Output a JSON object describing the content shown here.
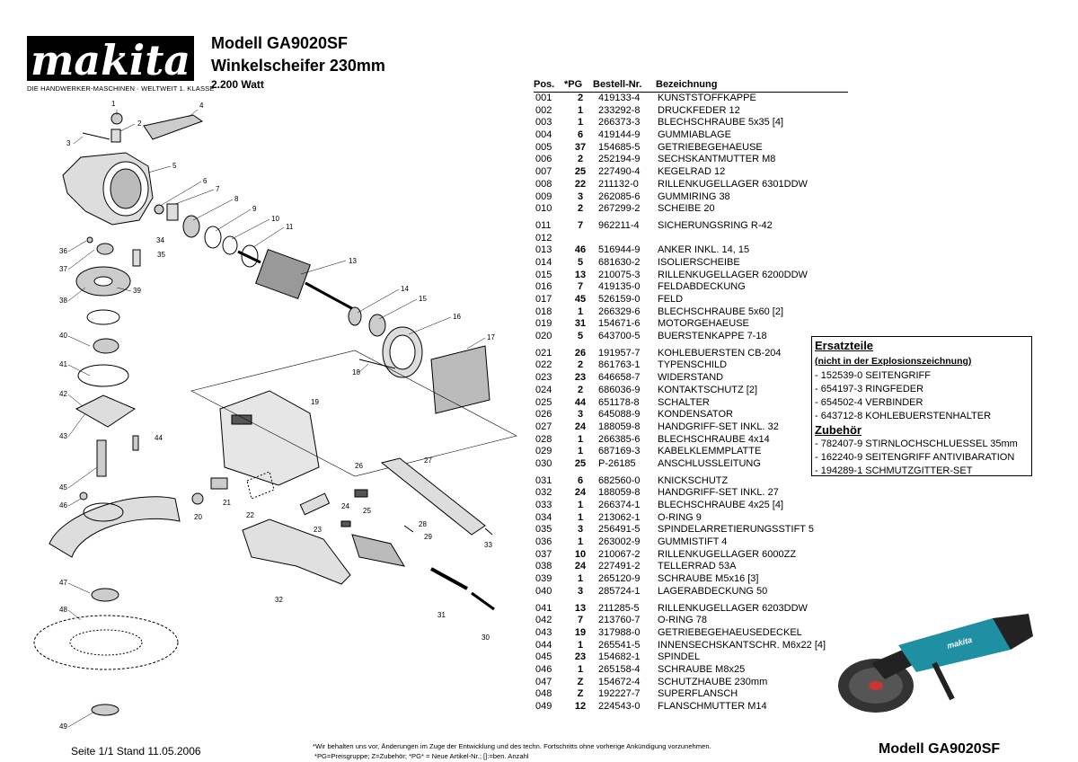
{
  "header": {
    "brand": "makita",
    "tagline": "DIE HANDWERKER-MASCHINEN · WELTWEIT 1. KLASSE",
    "title_line1": "Modell GA9020SF",
    "title_line2": "Winkelscheifer 230mm",
    "title_line3": "2.200 Watt"
  },
  "table": {
    "headers": {
      "pos": "Pos.",
      "pg": "*PG",
      "order": "Bestell-Nr.",
      "desc": "Bezeichnung"
    },
    "groups": [
      [
        {
          "pos": "001",
          "pg": "2",
          "order": "419133-4",
          "desc": "KUNSTSTOFFKAPPE"
        },
        {
          "pos": "002",
          "pg": "1",
          "order": "233292-8",
          "desc": "DRUCKFEDER 12"
        },
        {
          "pos": "003",
          "pg": "1",
          "order": "266373-3",
          "desc": "BLECHSCHRAUBE 5x35  [4]"
        },
        {
          "pos": "004",
          "pg": "6",
          "order": "419144-9",
          "desc": "GUMMIABLAGE"
        },
        {
          "pos": "005",
          "pg": "37",
          "order": "154685-5",
          "desc": "GETRIEBEGEHAEUSE"
        },
        {
          "pos": "006",
          "pg": "2",
          "order": "252194-9",
          "desc": "SECHSKANTMUTTER M8"
        },
        {
          "pos": "007",
          "pg": "25",
          "order": "227490-4",
          "desc": "KEGELRAD 12"
        },
        {
          "pos": "008",
          "pg": "22",
          "order": "211132-0",
          "desc": "RILLENKUGELLAGER 6301DDW"
        },
        {
          "pos": "009",
          "pg": "3",
          "order": "262085-6",
          "desc": "GUMMIRING 38"
        },
        {
          "pos": "010",
          "pg": "2",
          "order": "267299-2",
          "desc": "SCHEIBE 20"
        }
      ],
      [
        {
          "pos": "011",
          "pg": "7",
          "order": "962211-4",
          "desc": "SICHERUNGSRING R-42"
        },
        {
          "pos": "012",
          "pg": "",
          "order": "",
          "desc": ""
        },
        {
          "pos": "013",
          "pg": "46",
          "order": "516944-9",
          "desc": "ANKER INKL. 14, 15"
        },
        {
          "pos": "014",
          "pg": "5",
          "order": "681630-2",
          "desc": "ISOLIERSCHEIBE"
        },
        {
          "pos": "015",
          "pg": "13",
          "order": "210075-3",
          "desc": "RILLENKUGELLAGER 6200DDW"
        },
        {
          "pos": "016",
          "pg": "7",
          "order": "419135-0",
          "desc": "FELDABDECKUNG"
        },
        {
          "pos": "017",
          "pg": "45",
          "order": "526159-0",
          "desc": "FELD"
        },
        {
          "pos": "018",
          "pg": "1",
          "order": "266329-6",
          "desc": "BLECHSCHRAUBE 5x60  [2]"
        },
        {
          "pos": "019",
          "pg": "31",
          "order": "154671-6",
          "desc": "MOTORGEHAEUSE"
        },
        {
          "pos": "020",
          "pg": "5",
          "order": "643700-5",
          "desc": "BUERSTENKAPPE 7-18"
        }
      ],
      [
        {
          "pos": "021",
          "pg": "26",
          "order": "191957-7",
          "desc": "KOHLEBUERSTEN CB-204"
        },
        {
          "pos": "022",
          "pg": "2",
          "order": "861763-1",
          "desc": "TYPENSCHILD"
        },
        {
          "pos": "023",
          "pg": "23",
          "order": "646658-7",
          "desc": "WIDERSTAND"
        },
        {
          "pos": "024",
          "pg": "2",
          "order": "686036-9",
          "desc": "KONTAKTSCHUTZ  [2]"
        },
        {
          "pos": "025",
          "pg": "44",
          "order": "651178-8",
          "desc": "SCHALTER"
        },
        {
          "pos": "026",
          "pg": "3",
          "order": "645088-9",
          "desc": "KONDENSATOR"
        },
        {
          "pos": "027",
          "pg": "24",
          "order": "188059-8",
          "desc": "HANDGRIFF-SET INKL. 32"
        },
        {
          "pos": "028",
          "pg": "1",
          "order": "266385-6",
          "desc": "BLECHSCHRAUBE 4x14"
        },
        {
          "pos": "029",
          "pg": "1",
          "order": "687169-3",
          "desc": "KABELKLEMMPLATTE"
        },
        {
          "pos": "030",
          "pg": "25",
          "order": "P-26185",
          "desc": "ANSCHLUSSLEITUNG"
        }
      ],
      [
        {
          "pos": "031",
          "pg": "6",
          "order": "682560-0",
          "desc": "KNICKSCHUTZ"
        },
        {
          "pos": "032",
          "pg": "24",
          "order": "188059-8",
          "desc": "HANDGRIFF-SET INKL. 27"
        },
        {
          "pos": "033",
          "pg": "1",
          "order": "266374-1",
          "desc": "BLECHSCHRAUBE 4x25  [4]"
        },
        {
          "pos": "034",
          "pg": "1",
          "order": "213062-1",
          "desc": "O-RING 9"
        },
        {
          "pos": "035",
          "pg": "3",
          "order": "256491-5",
          "desc": "SPINDELARRETIERUNGSSTIFT 5"
        },
        {
          "pos": "036",
          "pg": "1",
          "order": "263002-9",
          "desc": "GUMMISTIFT 4"
        },
        {
          "pos": "037",
          "pg": "10",
          "order": "210067-2",
          "desc": "RILLENKUGELLAGER 6000ZZ"
        },
        {
          "pos": "038",
          "pg": "24",
          "order": "227491-2",
          "desc": "TELLERRAD 53A"
        },
        {
          "pos": "039",
          "pg": "1",
          "order": "265120-9",
          "desc": "SCHRAUBE M5x16  [3]"
        },
        {
          "pos": "040",
          "pg": "3",
          "order": "285724-1",
          "desc": "LAGERABDECKUNG 50"
        }
      ],
      [
        {
          "pos": "041",
          "pg": "13",
          "order": "211285-5",
          "desc": "RILLENKUGELLAGER 6203DDW"
        },
        {
          "pos": "042",
          "pg": "7",
          "order": "213760-7",
          "desc": "O-RING 78"
        },
        {
          "pos": "043",
          "pg": "19",
          "order": "317988-0",
          "desc": "GETRIEBEGEHAEUSEDECKEL"
        },
        {
          "pos": "044",
          "pg": "1",
          "order": "265541-5",
          "desc": "INNENSECHSKANTSCHR. M6x22  [4]"
        },
        {
          "pos": "045",
          "pg": "23",
          "order": "154682-1",
          "desc": "SPINDEL"
        },
        {
          "pos": "046",
          "pg": "1",
          "order": "265158-4",
          "desc": "SCHRAUBE M8x25"
        },
        {
          "pos": "047",
          "pg": "Z",
          "order": "154672-4",
          "desc": "SCHUTZHAUBE 230mm"
        },
        {
          "pos": "048",
          "pg": "Z",
          "order": "192227-7",
          "desc": "SUPERFLANSCH"
        },
        {
          "pos": "049",
          "pg": "12",
          "order": "224543-0",
          "desc": "FLANSCHMUTTER M14"
        }
      ]
    ]
  },
  "side_box": {
    "spares_title": "Ersatzteile",
    "spares_subtitle": "(nicht in der Explosionszeichnung)",
    "spares": [
      "- 152539-0  SEITENGRIFF",
      "- 654197-3  RINGFEDER",
      "- 654502-4  VERBINDER",
      "- 643712-8  KOHLEBUERSTENHALTER"
    ],
    "accessories_title": "Zubehör",
    "accessories": [
      "- 782407-9  STIRNLOCHSCHLUESSEL 35mm",
      "- 162240-9  SEITENGRIFF ANTIVIBARATION",
      "- 194289-1  SCHMUTZGITTER-SET"
    ]
  },
  "diagram": {
    "callouts": [
      "1",
      "2",
      "3",
      "4",
      "5",
      "6",
      "7",
      "8",
      "9",
      "10",
      "11",
      "13",
      "14",
      "15",
      "16",
      "17",
      "18",
      "19",
      "20",
      "21",
      "22",
      "23",
      "24",
      "25",
      "26",
      "27",
      "28",
      "29",
      "30",
      "31",
      "32",
      "33",
      "34",
      "35",
      "36",
      "37",
      "38",
      "39",
      "40",
      "41",
      "42",
      "43",
      "44",
      "45",
      "46",
      "47",
      "48",
      "49"
    ]
  },
  "footer": {
    "page": "Seite 1/1   Stand 11.05.2006",
    "note_line1": "*Wir behalten uns vor, Änderungen im Zuge der Entwicklung und des techn. Fortschritts ohne vorherige Ankündigung vorzunehmen.",
    "note_line2": "*PG=Preisgruppe; Z=Zubehör; *PG* = Neue Artikel-Nr.; []:=ben. Anzahl",
    "model": "Modell GA9020SF"
  },
  "colors": {
    "tool_body": "#1f8fa3",
    "disc": "#333333"
  }
}
